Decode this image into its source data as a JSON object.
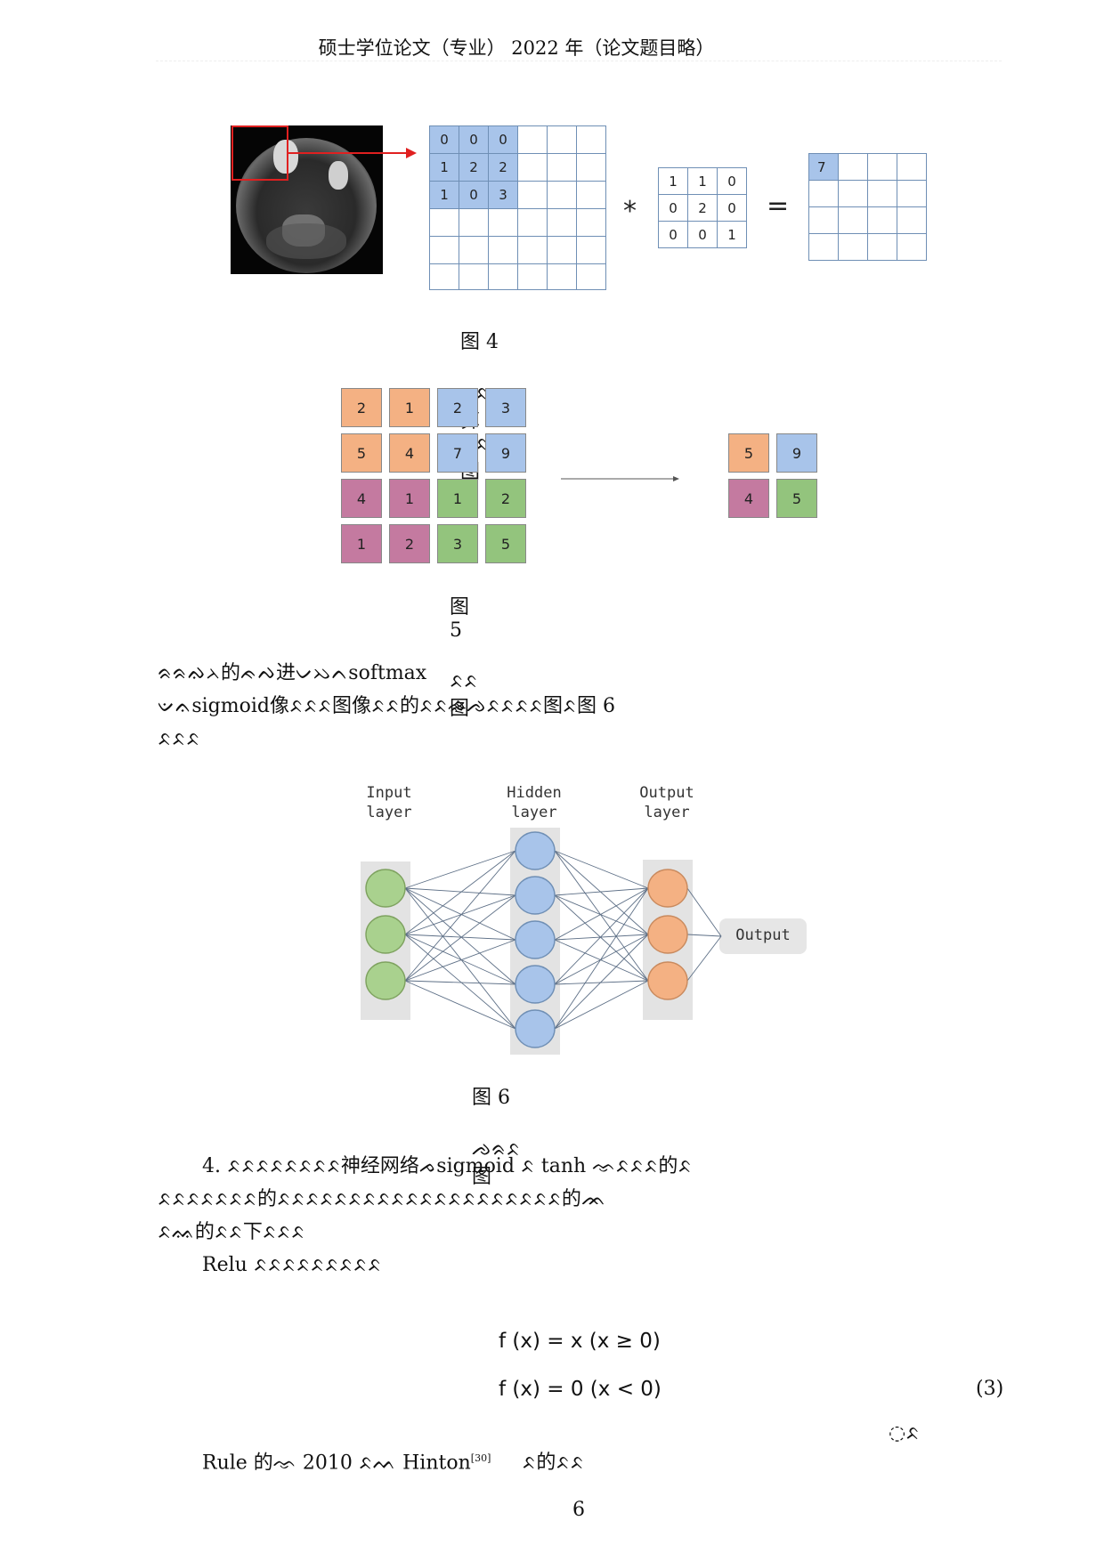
{
  "header": {
    "title": "硕士学位论文（专业） 2022 年（论文题目略）"
  },
  "figure4": {
    "input_matrix": [
      [
        "0",
        "0",
        "0",
        "",
        "",
        ""
      ],
      [
        "1",
        "2",
        "2",
        "",
        "",
        ""
      ],
      [
        "1",
        "0",
        "3",
        "",
        "",
        ""
      ],
      [
        "",
        "",
        "",
        "",
        "",
        ""
      ],
      [
        "",
        "",
        "",
        "",
        "",
        ""
      ],
      [
        "",
        "",
        "",
        "",
        "",
        ""
      ]
    ],
    "kernel": [
      [
        "1",
        "1",
        "0"
      ],
      [
        "0",
        "2",
        "0"
      ],
      [
        "0",
        "0",
        "1"
      ]
    ],
    "output": [
      [
        "7",
        "",
        "",
        ""
      ],
      [
        "",
        "",
        "",
        ""
      ],
      [
        "",
        "",
        "",
        ""
      ],
      [
        "",
        "",
        "",
        ""
      ]
    ],
    "multiply_symbol": "*",
    "equals_symbol": "=",
    "caption": "图 4 　ᨅᨅᨑ算ᨅᨅ图"
  },
  "figure5": {
    "input_grid": [
      [
        "2",
        "1",
        "2",
        "3"
      ],
      [
        "5",
        "4",
        "7",
        "9"
      ],
      [
        "4",
        "1",
        "1",
        "2"
      ],
      [
        "1",
        "2",
        "3",
        "5"
      ]
    ],
    "output_grid": [
      [
        "5",
        "9"
      ],
      [
        "4",
        "5"
      ]
    ],
    "caption": "图 5 　ᨅᨅ图"
  },
  "paragraph1": {
    "line1": "ᨑᨑᨁᨂ的ᨃᨄ进ᨆᨇᨈsoftmax",
    "line2": "ᨉᨊsigmoid像ᨅᨅᨅ图像ᨅᨅ的ᨅᨅᨋᨌᨅᨅᨅᨅ图ᨅ图 6",
    "line3": "ᨅᨅᨅ"
  },
  "figure6": {
    "input_label": "Input\nlayer",
    "hidden_label": "Hidden\nlayer",
    "output_label": "Output\nlayer",
    "output_box": "Output",
    "caption": "图 6 　ᨌᨑᨅ图",
    "colors": {
      "input": "#a9d18e",
      "hidden": "#a8c4ea",
      "output": "#f4b183"
    }
  },
  "paragraph2": {
    "line1": "4. ᨅᨅᨅᨅᨅᨅᨅᨅ神经网络ᨍsigmoid ᨅ tanh ᨎᨅᨅᨅ的ᨅ",
    "line2": "ᨅᨅᨅᨅᨅᨅᨅ的ᨅᨅᨅᨅᨅᨅᨅᨅᨅᨅᨅᨅᨅᨅᨅᨅᨅᨅᨅᨅ的ᨏ",
    "line3": "ᨅᨐ的ᨅᨅ下ᨅᨅᨅ",
    "line4": "Relu ᨅᨅᨅᨅᨅᨅᨅᨅᨅ"
  },
  "formula": {
    "eq1": "f (x) = x (x ≥ 0)",
    "eq2": "f (x) = 0 (x < 0)",
    "number": "(3)"
  },
  "paragraph3": {
    "side_mark": "◌ᨅ",
    "line1_a": "Rule 的ᨎ 2010 ᨅᨓ Hinton",
    "citation": "[30]",
    "line1_b": "ᨅ的ᨅᨅ"
  },
  "page_number": "6"
}
